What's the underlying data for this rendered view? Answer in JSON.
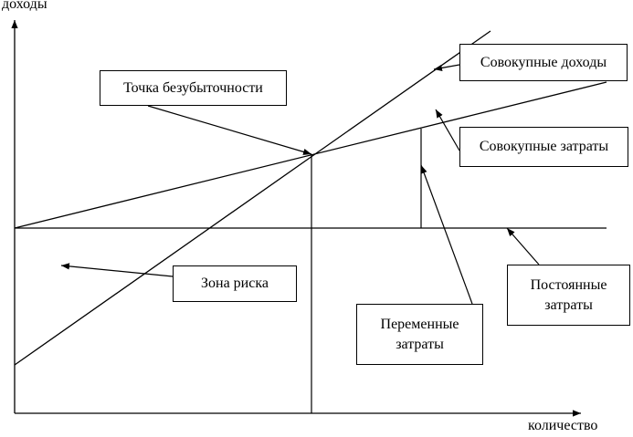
{
  "axes": {
    "y_label": "доходы",
    "x_label": "количество"
  },
  "labels": {
    "breakeven": "Точка безубыточности",
    "total_revenue": "Совокупные доходы",
    "total_costs": "Совокупные затраты",
    "fixed_costs": "Постоянные\nзатраты",
    "variable_costs": "Переменные\nзатраты",
    "risk_zone": "Зона риска"
  }
}
